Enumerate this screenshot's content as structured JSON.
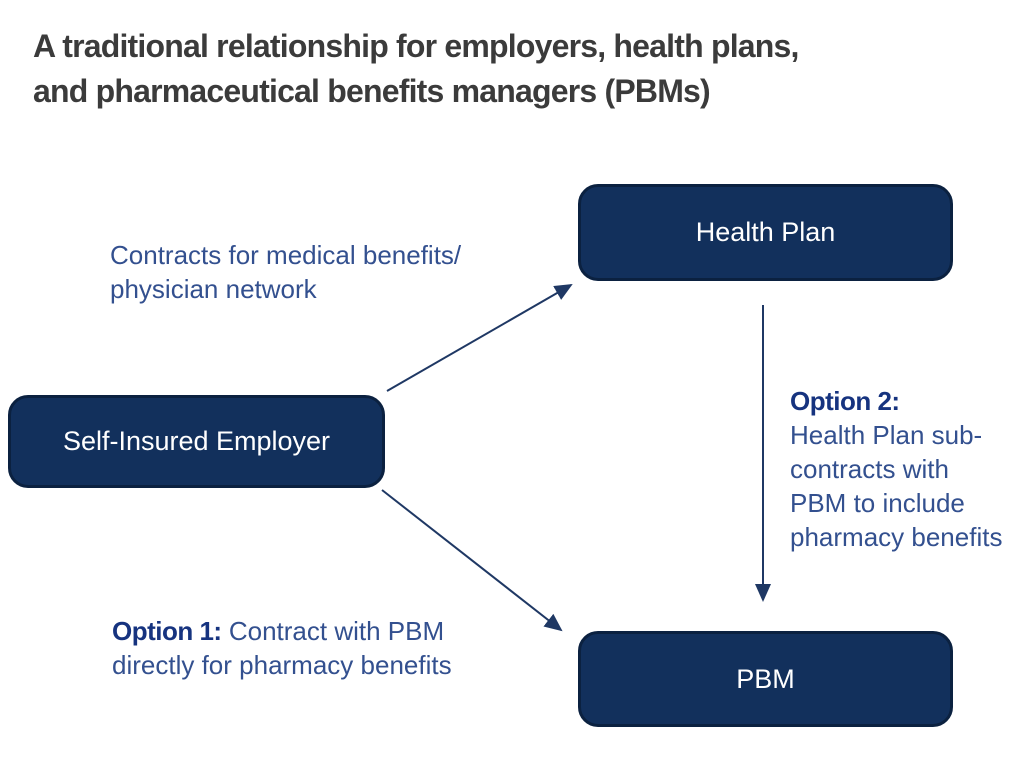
{
  "title": {
    "lines": [
      "A traditional relationship for employers, health plans,",
      "and pharmaceutical benefits managers (PBMs)"
    ]
  },
  "nodes": {
    "health_plan": {
      "label": "Health Plan"
    },
    "employer": {
      "label": "Self-Insured Employer"
    },
    "pbm": {
      "label": "PBM"
    }
  },
  "annotations": {
    "medical": {
      "lines": [
        "Contracts for medical benefits/",
        "physician network"
      ]
    },
    "option2": {
      "label": "Option 2:",
      "lines": [
        "Health Plan sub-",
        "contracts with",
        "PBM to include",
        "pharmacy benefits"
      ]
    },
    "option1": {
      "label": "Option 1:",
      "lines": [
        "Contract with PBM",
        "directly for pharmacy benefits"
      ]
    }
  },
  "colors": {
    "box_fill": "#12305c",
    "box_border": "#0b2140",
    "box_text": "#ffffff",
    "arrow": "#1f3864",
    "annotation_text": "#33508f",
    "option_label_text": "#16337f",
    "title_text": "#3b3b3b",
    "background": "#ffffff"
  }
}
